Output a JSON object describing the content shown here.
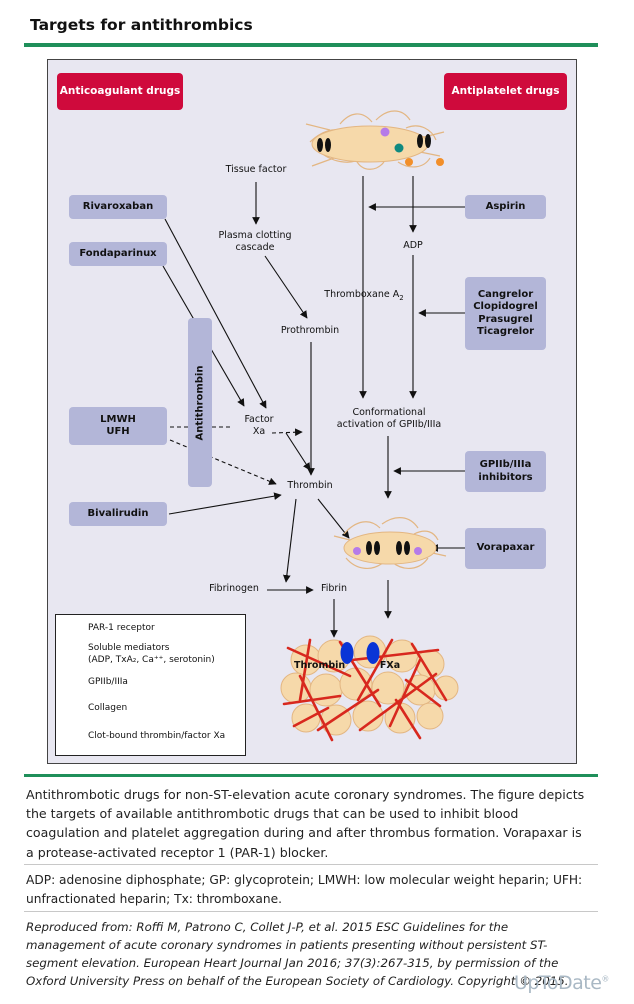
{
  "title": "Targets for antithrombics",
  "header_boxes": {
    "anticoagulant": "Anticoagulant drugs",
    "antiplatelet": "Antiplatelet drugs"
  },
  "anticoagulant_drugs": {
    "rivaroxaban": "Rivaroxaban",
    "fondaparinux": "Fondaparinux",
    "lmwh": "LMWH",
    "ufh": "UFH",
    "bivalirudin": "Bivalirudin",
    "antithrombin": "Antithrombin"
  },
  "antiplatelet_drugs": {
    "aspirin": "Aspirin",
    "p2y12": [
      "Cangrelor",
      "Clopidogrel",
      "Prasugrel",
      "Ticagrelor"
    ],
    "gp_inhibitors": [
      "GPIIb/IIIa",
      "inhibitors"
    ],
    "vorapaxar": "Vorapaxar"
  },
  "nodes": {
    "tissue_factor": "Tissue factor",
    "plasma_cascade": [
      "Plasma clotting",
      "cascade"
    ],
    "prothrombin": "Prothrombin",
    "factor_xa": [
      "Factor",
      "Xa"
    ],
    "thrombin": "Thrombin",
    "fibrinogen": "Fibrinogen",
    "fibrin": "Fibrin",
    "adp": "ADP",
    "thromboxane_prefix": "Thromboxane A",
    "thromboxane_sub": "2",
    "conformational": [
      "Conformational",
      "activation of GPIIb/IIIa"
    ],
    "clot_thrombin": "Thrombin",
    "clot_fxa": "FXa"
  },
  "legend": [
    {
      "color": "#b57be8",
      "shape": "circle",
      "text": "PAR-1 receptor"
    },
    {
      "color": "#f28f2a",
      "shape": "circle",
      "text": "Soluble mediators",
      "text2": "(ADP, TxA₂, Ca⁺⁺, serotonin)"
    },
    {
      "color": "#111111",
      "shape": "double-oval",
      "text": "GPIIb/IIIa"
    },
    {
      "color": "#0f8a80",
      "shape": "circle",
      "text": "Collagen"
    },
    {
      "color": "#0a35d6",
      "shape": "oval",
      "text": "Clot-bound thrombin/factor Xa"
    }
  ],
  "caption": "Antithrombotic drugs for non-ST-elevation acute coronary syndromes. The figure depicts the targets of available antithrombotic drugs that can be used to inhibit blood coagulation and platelet aggregation during and after thrombus formation. Vorapaxar is a protease-activated receptor 1 (PAR-1) blocker.",
  "abbreviations": "ADP: adenosine diphosphate; GP: glycoprotein; LMWH: low molecular weight heparin; UFH: unfractionated heparin; Tx: thromboxane.",
  "reproduced": "Reproduced from: Roffi M, Patrono C, Collet J-P, et al. 2015 ESC Guidelines for the management of acute coronary syndromes in patients presenting without persistent ST-segment elevation. European Heart Journal Jan 2016; 37(3):267-315, by permission of the Oxford University Press on behalf of the European Society of Cardiology. Copyright © 2015.",
  "brand": "UpToDate",
  "colors": {
    "accent_green": "#1f8f5a",
    "red_box": "#cf0a3c",
    "drug_box": "#b3b6d8",
    "panel_bg": "#e8e7f1",
    "platelet": "#f6d9aa",
    "fibrin": "#d8281e"
  }
}
